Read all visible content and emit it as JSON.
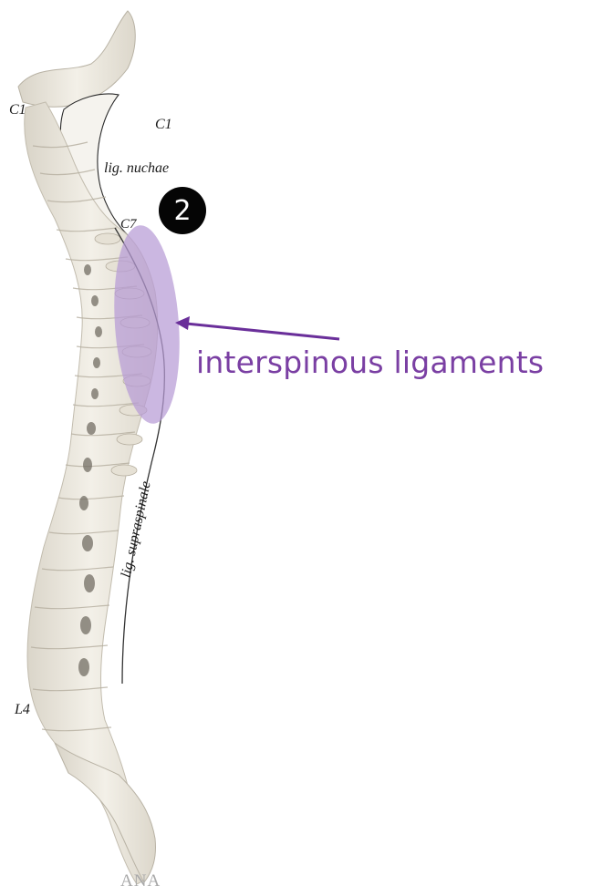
{
  "labels": {
    "c1_left": "C1",
    "c1_right": "C1",
    "nuchae": "lig. nuchae",
    "c7": "C7",
    "l4": "L4",
    "supraspinale": "lig. supraspinale"
  },
  "badge": {
    "number": "2"
  },
  "callout": {
    "text": "interspinous ligaments"
  },
  "watermark": "ANA",
  "colors": {
    "highlight": "#b79bd6",
    "callout_text": "#7a3fa3",
    "arrow": "#6a2f9a",
    "bone": "#ece8df",
    "badge_bg": "#050505"
  }
}
